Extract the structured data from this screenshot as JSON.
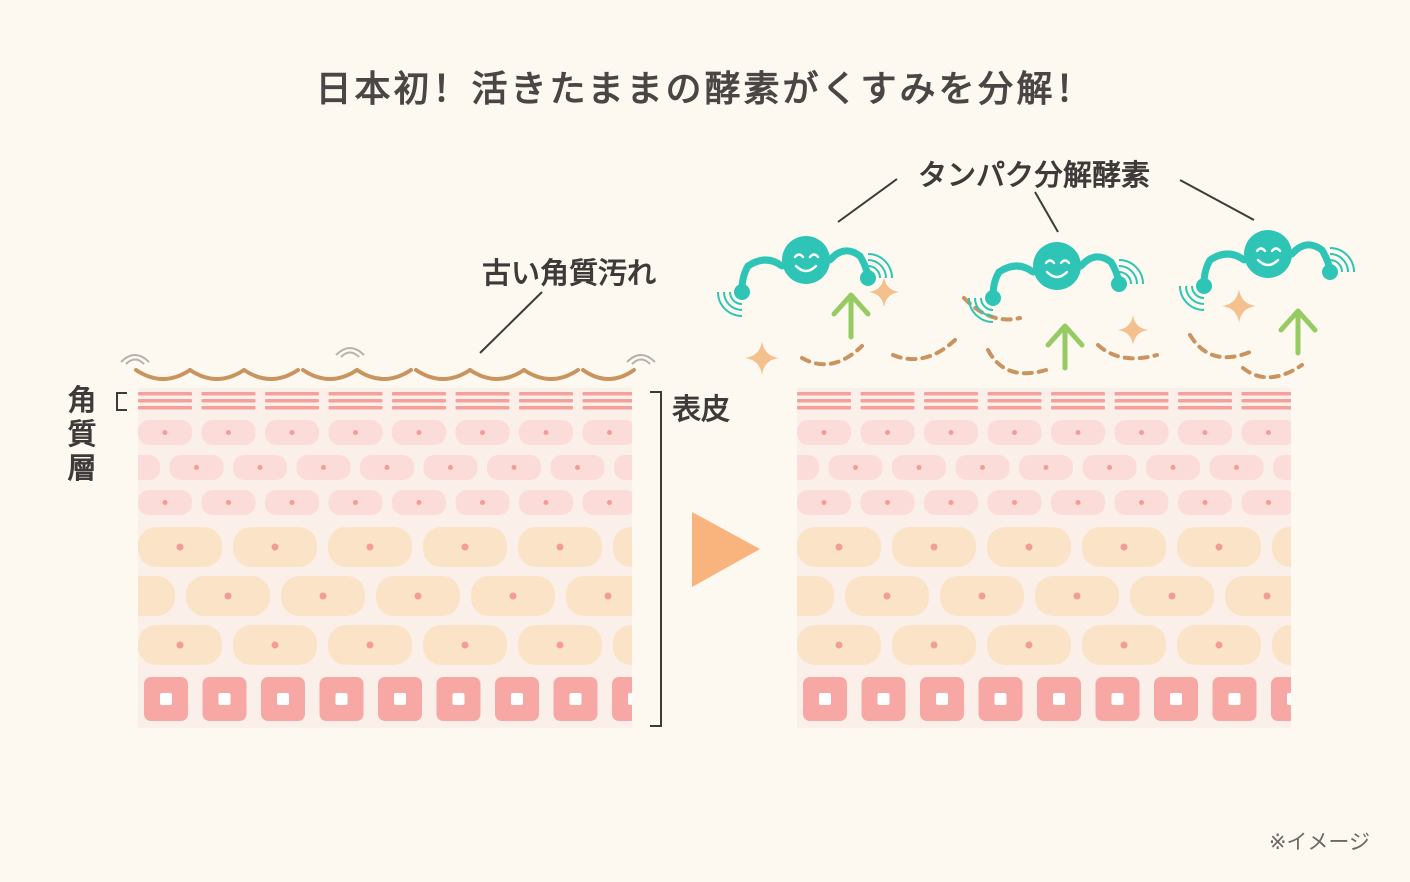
{
  "title": "日本初！活きたままの酵素がくすみを分解！",
  "labels": {
    "dirt": "古い角質汚れ",
    "enzyme": "タンパク分解酵素",
    "stratum": "角質層",
    "epidermis": "表皮"
  },
  "note": "※イメージ",
  "colors": {
    "background": "#fdf9f0",
    "stratum_line": "#f4a19c",
    "cell_pink": "#fbdcd8",
    "cell_peach": "#fbe3c7",
    "basal_cell": "#f7a8a5",
    "dirt": "#c9945f",
    "enzyme": "#2ec5b6",
    "arrow": "#96cb63",
    "sparkle": "#f3c08e",
    "play_arrow": "#f9b37c"
  }
}
